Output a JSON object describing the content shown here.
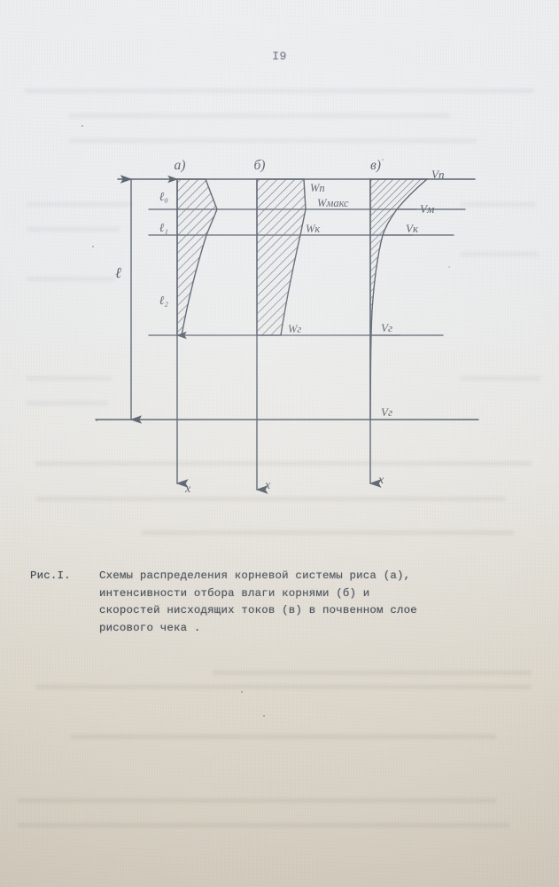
{
  "page": {
    "number": "I9",
    "background_color": "#e7e6e2",
    "ink_color": "#4a5260"
  },
  "figure": {
    "panel_labels": [
      {
        "id": "a",
        "text": "а)"
      },
      {
        "id": "b",
        "text": "б)"
      },
      {
        "id": "v",
        "text": "в)"
      }
    ],
    "depth_labels": {
      "total": "ℓ",
      "l0": "ℓ₀",
      "l1": "ℓ₁",
      "l2": "ℓ₂"
    },
    "axis_labels": [
      {
        "id": "x-a",
        "text": "x"
      },
      {
        "id": "x-b",
        "text": "x"
      },
      {
        "id": "x-v",
        "text": "x"
      }
    ],
    "curve_labels_b": [
      {
        "id": "wp",
        "text": "Wп"
      },
      {
        "id": "wmax",
        "text": "Wмакс"
      },
      {
        "id": "wk",
        "text": "Wк"
      },
      {
        "id": "wg",
        "text": "Wг"
      }
    ],
    "curve_labels_v": [
      {
        "id": "vp",
        "text": "Vп"
      },
      {
        "id": "vm",
        "text": "Vм"
      },
      {
        "id": "vk",
        "text": "Vк"
      },
      {
        "id": "vg1",
        "text": "Vг"
      },
      {
        "id": "vg2",
        "text": "Vг"
      }
    ]
  },
  "caption": {
    "tag": "Рис.I.",
    "lines": [
      "Схемы распределения корневой системы риса (а),",
      "интенсивности отбора влаги корнями (б) и",
      "скоростей нисходящих токов (в) в почвенном слое",
      "рисового чека ."
    ]
  }
}
